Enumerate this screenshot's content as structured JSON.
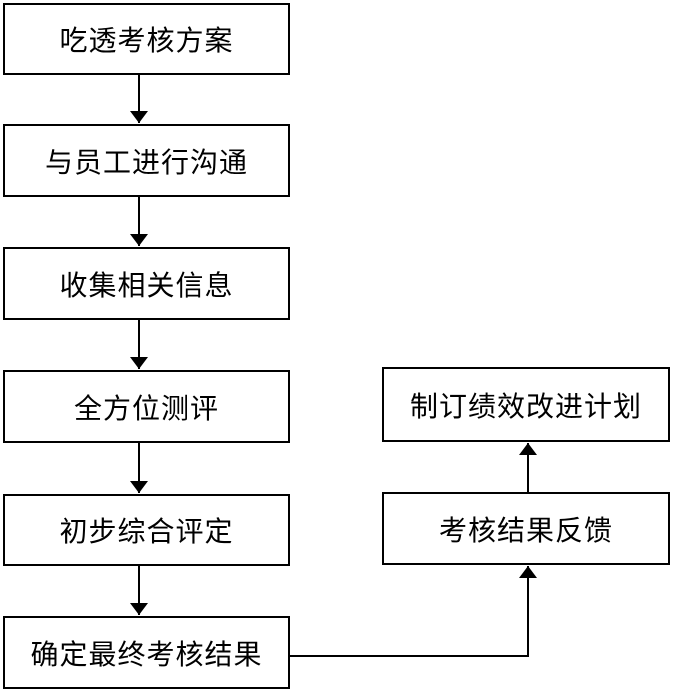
{
  "flowchart": {
    "steps": [
      "吃透考核方案",
      "与员工进行沟通",
      "收集相关信息",
      "全方位测评",
      "初步综合评定",
      "确定最终考核结果",
      "考核结果反馈",
      "制订绩效改进计划"
    ],
    "edges": [
      {
        "from": "吃透考核方案",
        "to": "与员工进行沟通"
      },
      {
        "from": "与员工进行沟通",
        "to": "收集相关信息"
      },
      {
        "from": "收集相关信息",
        "to": "全方位测评"
      },
      {
        "from": "全方位测评",
        "to": "初步综合评定"
      },
      {
        "from": "初步综合评定",
        "to": "确定最终考核结果"
      },
      {
        "from": "确定最终考核结果",
        "to": "考核结果反馈"
      },
      {
        "from": "考核结果反馈",
        "to": "制订绩效改进计划"
      }
    ],
    "colors": {
      "line": "#000000",
      "box_fill": "#ffffff",
      "text": "#000000"
    }
  }
}
